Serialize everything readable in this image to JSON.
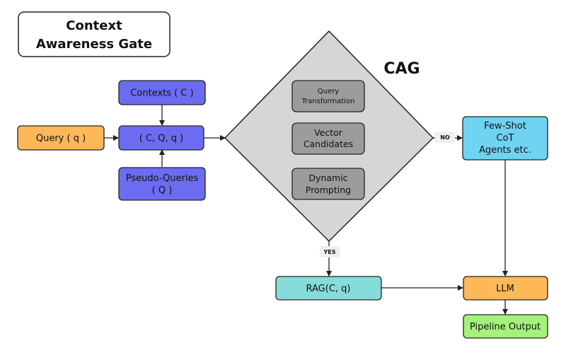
{
  "diagram": {
    "title_lines": [
      "Context",
      "Awareness Gate"
    ],
    "cag_label": "CAG",
    "nodes": {
      "query": {
        "label": "Query ( q )"
      },
      "contexts": {
        "label": "Contexts ( C )"
      },
      "cqq": {
        "label": "( C, Q, q )"
      },
      "pseudo_queries": {
        "lines": [
          "Pseudo-Queries",
          "( Q )"
        ]
      },
      "query_transformation": {
        "lines": [
          "Query",
          "Transformation"
        ]
      },
      "vector_candidates": {
        "lines": [
          "Vector",
          "Candidates"
        ]
      },
      "dynamic_prompting": {
        "lines": [
          "Dynamic",
          "Prompting"
        ]
      },
      "few_shot": {
        "lines": [
          "Few-Shot",
          "CoT",
          "Agents etc."
        ]
      },
      "rag": {
        "label": "RAG(C, q)"
      },
      "llm": {
        "label": "LLM"
      },
      "pipeline_output": {
        "label": "Pipeline Output"
      }
    },
    "edge_labels": {
      "no": "NO",
      "yes": "YES"
    },
    "colors": {
      "orange": "#FDB859",
      "blue": "#6C6CF2",
      "gray_diamond": "#D6D6D6",
      "gray_inner": "#9C9C9C",
      "cyan": "#6FD3F2",
      "teal": "#86DCD8",
      "green": "#A4F27A"
    }
  }
}
